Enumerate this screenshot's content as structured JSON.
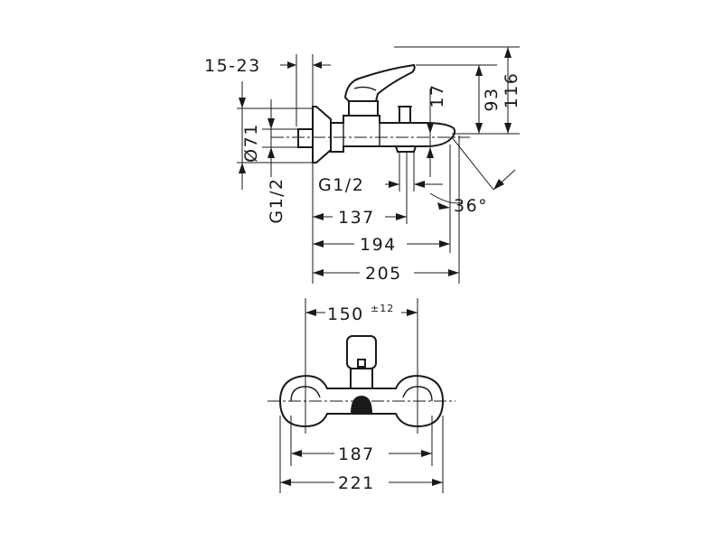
{
  "side_view": {
    "setback": "15-23",
    "diameter": "Ø71",
    "thread_inlet": "G1/2",
    "height_top": "116",
    "height_mid": "93",
    "offset": "17",
    "thread_outlet": "G1/2",
    "angle": "36°",
    "length_a": "137",
    "length_b": "194",
    "length_c": "205"
  },
  "front_view": {
    "centre_distance": "150",
    "centre_tolerance": "±12",
    "inner_width": "187",
    "overall_width": "221"
  }
}
